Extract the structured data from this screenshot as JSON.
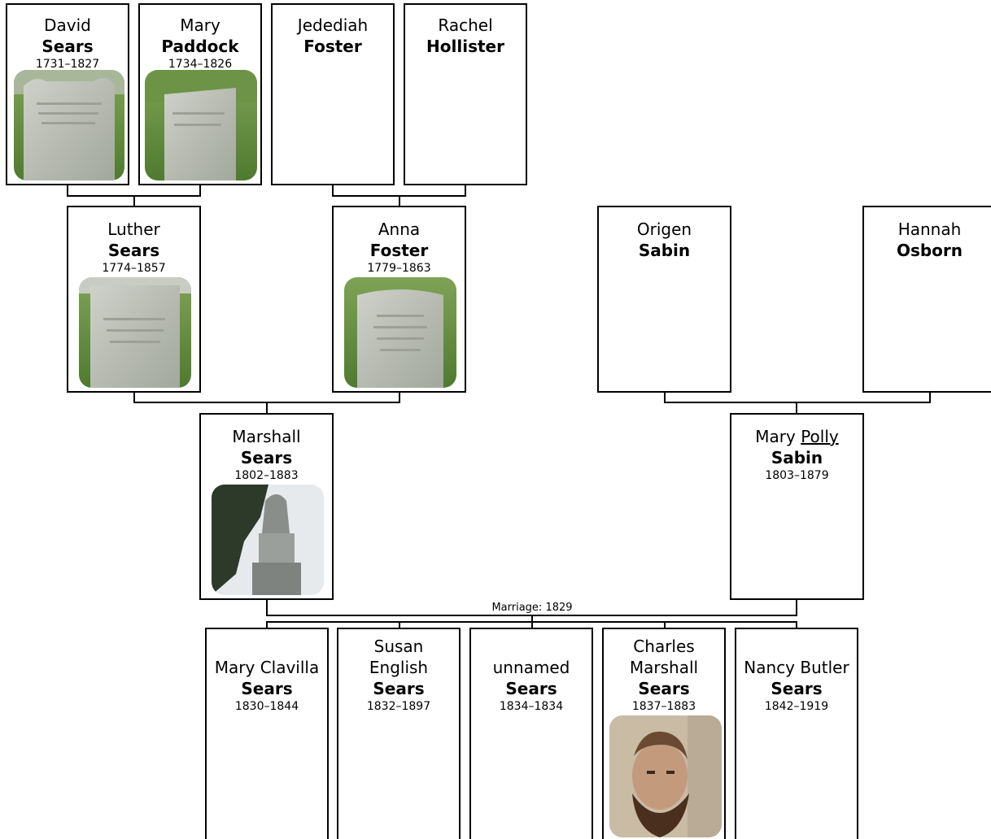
{
  "people": {
    "david": {
      "given": "David",
      "surname": "Sears",
      "dates": "1731–1827"
    },
    "mary_p": {
      "given": "Mary",
      "surname": "Paddock",
      "dates": "1734–1826"
    },
    "jedediah": {
      "given": "Jedediah",
      "surname": "Foster"
    },
    "rachel": {
      "given": "Rachel",
      "surname": "Hollister"
    },
    "luther": {
      "given": "Luther",
      "surname": "Sears",
      "dates": "1774–1857"
    },
    "anna": {
      "given": "Anna",
      "surname": "Foster",
      "dates": "1779–1863"
    },
    "origen": {
      "given": "Origen",
      "surname": "Sabin"
    },
    "hannah": {
      "given": "Hannah",
      "surname": "Osborn"
    },
    "marshall": {
      "given": "Marshall",
      "surname": "Sears",
      "dates": "1802–1883"
    },
    "mary_polly": {
      "given": "Mary",
      "nickname": "Polly",
      "surname": "Sabin",
      "dates": "1803–1879"
    },
    "mary_clavilla": {
      "given": "Mary Clavilla",
      "surname": "Sears",
      "dates": "1830–1844"
    },
    "susan": {
      "given": "Susan English",
      "surname": "Sears",
      "dates": "1832–1897"
    },
    "unnamed": {
      "given": "unnamed",
      "surname": "Sears",
      "dates": "1834–1834"
    },
    "charles": {
      "given": "Charles Marshall",
      "surname": "Sears",
      "dates": "1837–1883"
    },
    "nancy": {
      "given": "Nancy Butler",
      "surname": "Sears",
      "dates": "1842–1919"
    }
  },
  "marriage_label": "Marriage: 1829",
  "colors": {
    "line": "#000000",
    "box_border": "#000000",
    "background": "#ffffff"
  }
}
